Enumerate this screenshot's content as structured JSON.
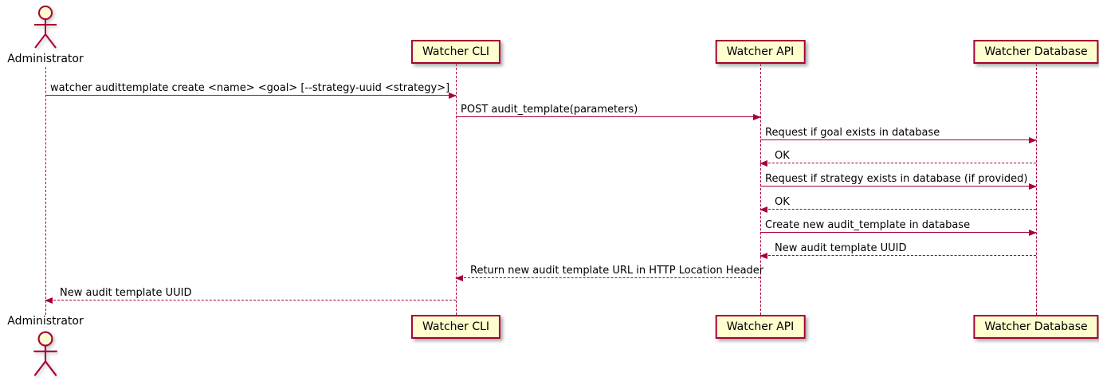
{
  "diagram_type": "sequence",
  "colors": {
    "accent": "#A80036",
    "participant_fill": "#FEFECE",
    "text": "#000000"
  },
  "participants": [
    {
      "id": "administrator",
      "label": "Administrator",
      "type": "actor"
    },
    {
      "id": "watcher-cli",
      "label": "Watcher CLI",
      "type": "participant"
    },
    {
      "id": "watcher-api",
      "label": "Watcher API",
      "type": "participant"
    },
    {
      "id": "watcher-database",
      "label": "Watcher Database",
      "type": "participant"
    }
  ],
  "messages": [
    {
      "from": "Administrator",
      "to": "Watcher CLI",
      "line": "solid",
      "label": "watcher audittemplate create <name> <goal> [--strategy-uuid <strategy>]"
    },
    {
      "from": "Watcher CLI",
      "to": "Watcher API",
      "line": "solid",
      "label": "POST audit_template(parameters)"
    },
    {
      "from": "Watcher API",
      "to": "Watcher Database",
      "line": "solid",
      "label": "Request if goal exists in database"
    },
    {
      "from": "Watcher Database",
      "to": "Watcher API",
      "line": "dashed",
      "label": "OK"
    },
    {
      "from": "Watcher API",
      "to": "Watcher Database",
      "line": "solid",
      "label": "Request if strategy exists in database (if provided)"
    },
    {
      "from": "Watcher Database",
      "to": "Watcher API",
      "line": "dashed",
      "label": "OK"
    },
    {
      "from": "Watcher API",
      "to": "Watcher Database",
      "line": "solid",
      "label": "Create new audit_template in database"
    },
    {
      "from": "Watcher Database",
      "to": "Watcher API",
      "line": "dashed",
      "label": "New audit template UUID"
    },
    {
      "from": "Watcher API",
      "to": "Watcher CLI",
      "line": "dashed",
      "label": "Return new audit template URL in HTTP Location Header"
    },
    {
      "from": "Watcher CLI",
      "to": "Administrator",
      "line": "dashed",
      "label": "New audit template UUID"
    }
  ]
}
